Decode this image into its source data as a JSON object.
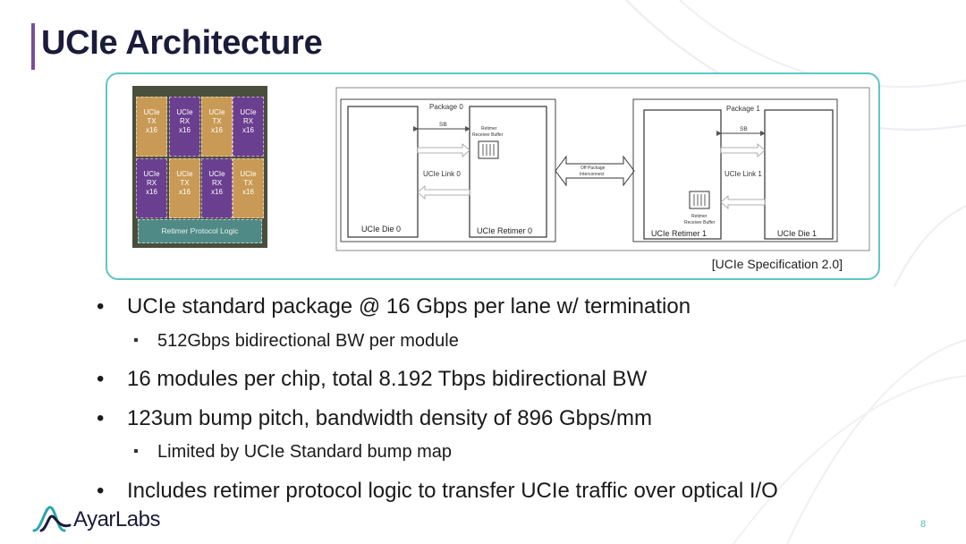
{
  "slide": {
    "title": "UCIe Architecture",
    "page_number": "8",
    "colors": {
      "accent_purple": "#7a4d9c",
      "accent_teal": "#5ec6c9",
      "tx_module": "#c89a55",
      "rx_module": "#6b3f8f",
      "protocol_logic": "#4f8a86"
    }
  },
  "chip_diagram": {
    "cells": [
      {
        "line1": "UCIe",
        "line2": "TX",
        "line3": "x16",
        "kind": "tx"
      },
      {
        "line1": "UCIe",
        "line2": "RX",
        "line3": "x16",
        "kind": "rx"
      },
      {
        "line1": "UCIe",
        "line2": "TX",
        "line3": "x16",
        "kind": "tx"
      },
      {
        "line1": "UCIe",
        "line2": "RX",
        "line3": "x16",
        "kind": "rx"
      },
      {
        "line1": "UCIe",
        "line2": "RX",
        "line3": "x16",
        "kind": "rx"
      },
      {
        "line1": "UCIe",
        "line2": "TX",
        "line3": "x16",
        "kind": "tx"
      },
      {
        "line1": "UCIe",
        "line2": "RX",
        "line3": "x16",
        "kind": "rx"
      },
      {
        "line1": "UCIe",
        "line2": "TX",
        "line3": "x16",
        "kind": "tx"
      }
    ],
    "protocol_label": "Retimer Protocol Logic"
  },
  "spec_diagram": {
    "package0": "Package 0",
    "package1": "Package 1",
    "sb0": "SB",
    "sb1": "SB",
    "link0": "UCIe Link 0",
    "link1": "UCIe Link 1",
    "die0": "UCIe Die 0",
    "die1": "UCIe Die 1",
    "retimer0": "UCIe Retimer 0",
    "retimer1": "UCIe Retimer 1",
    "buffer0_line1": "Retimer",
    "buffer0_line2": "Receiver Buffer",
    "buffer1_line1": "Retimer",
    "buffer1_line2": "Receiver Buffer",
    "interconnect_line1": "Off Package",
    "interconnect_line2": "Interconnect"
  },
  "citation": "[UCIe Specification 2.0]",
  "bullets": [
    {
      "text": "UCIe standard package @ 16 Gbps per lane w/ termination",
      "sub": [
        "512Gbps bidirectional BW per module"
      ]
    },
    {
      "text": "16 modules per chip, total 8.192 Tbps bidirectional BW",
      "sub": []
    },
    {
      "text": "123um bump pitch, bandwidth density of 896 Gbps/mm",
      "sub": [
        "Limited by UCIe Standard bump map"
      ]
    },
    {
      "text": "Includes retimer protocol logic to transfer UCIe traffic over optical I/O",
      "sub": []
    }
  ],
  "bullet_glyph": "•",
  "logo": {
    "text": "AyarLabs",
    "icon": "ayar-labs-logo-icon"
  }
}
